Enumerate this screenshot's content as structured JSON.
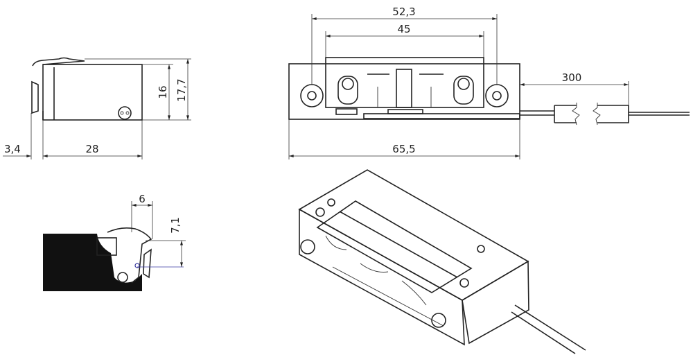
{
  "colors": {
    "line": "#222222",
    "section_fill": "#111111",
    "detail_accent": "#3a3aa0"
  },
  "side_view": {
    "dims": {
      "height_body": "16",
      "height_total": "17,7",
      "offset": "3,4",
      "depth": "28"
    }
  },
  "front_view": {
    "dims": {
      "hole_spacing": "52,3",
      "latch_width": "45",
      "plate_length": "65,5",
      "cable_length": "300"
    }
  },
  "detail_view": {
    "dims": {
      "projection": "6",
      "height": "7,1"
    }
  }
}
